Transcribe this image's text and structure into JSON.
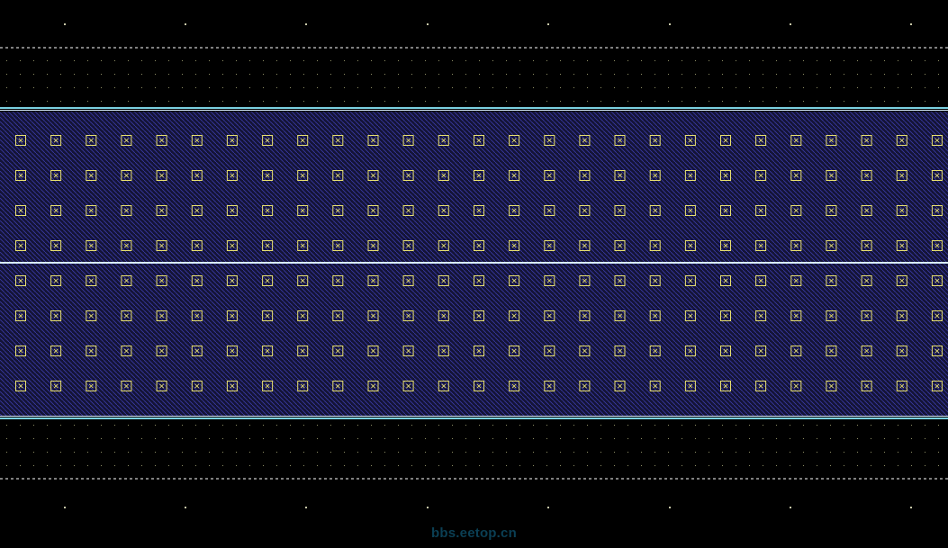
{
  "layout": {
    "background_color": "#000000",
    "grid_dot_color": "#9b9b6e",
    "boundary_dash_color": "#ffffff",
    "rail_outer_color": "#7ad0e0",
    "rail_inner_color": "#d8ecff",
    "hatch_fill_color": "#141436",
    "hatch_line_color": "#3a3aa8",
    "contact_color": "#e8e070",
    "contact_rows": 8,
    "contact_columns": 27
  },
  "watermark": {
    "text": "bbs.eetop.cn",
    "color": "#0b3f54"
  }
}
